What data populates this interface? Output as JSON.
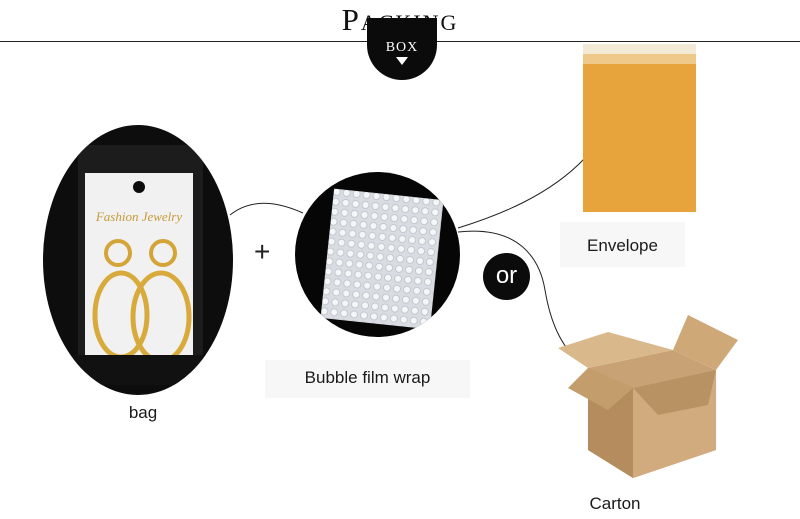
{
  "header": {
    "title": "Packing",
    "badge": "BOX"
  },
  "items": {
    "bag": "bag",
    "bubble": "Bubble film wrap",
    "envelope": "Envelope",
    "carton": "Carton"
  },
  "connectors": {
    "plus": "+",
    "or": "or"
  },
  "bag_card": {
    "brand": "Fashion Jewelry"
  },
  "colors": {
    "envelope": "#e8a43c",
    "carton": "#c8a275",
    "badge": "#0b0b0b"
  }
}
